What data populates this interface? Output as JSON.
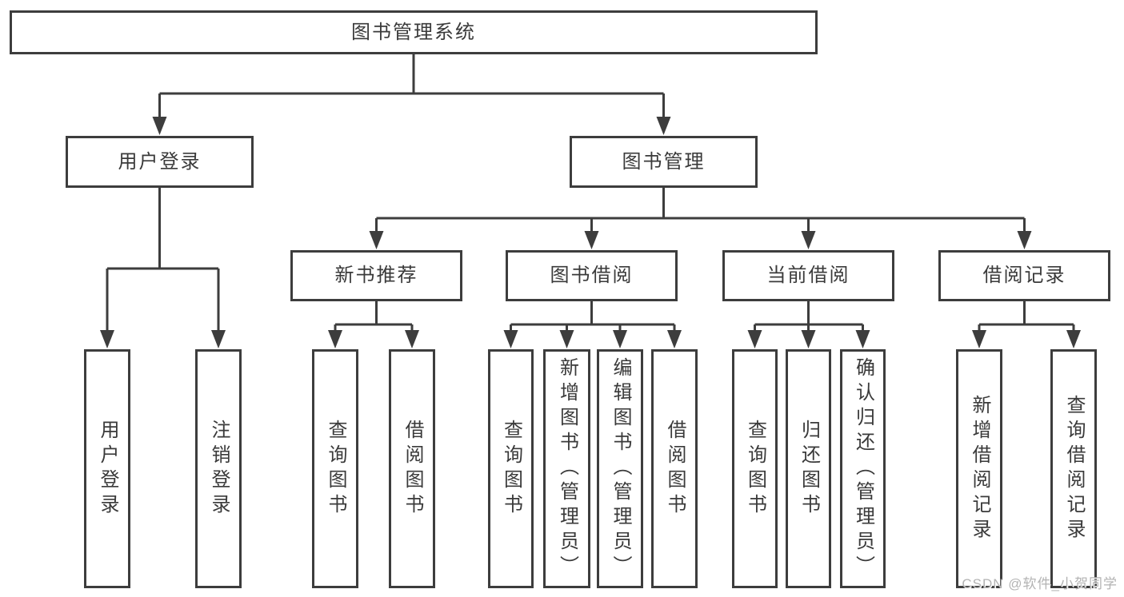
{
  "diagram_title": "图书管理系统",
  "colors": {
    "line": "#3d3d3d",
    "text": "#3a3a3a",
    "box_background": "#ffffff",
    "page_background": "#ffffff",
    "watermark": "#b3b3b3"
  },
  "nodes": [
    {
      "id": "root",
      "label": "图书管理系统",
      "level": "root",
      "orientation": "horizontal"
    },
    {
      "id": "user-login",
      "label": "用户登录",
      "level": "branch",
      "orientation": "horizontal"
    },
    {
      "id": "book-mgmt",
      "label": "图书管理",
      "level": "branch",
      "orientation": "horizontal"
    },
    {
      "id": "new-book-rec",
      "label": "新书推荐",
      "level": "branch",
      "orientation": "horizontal"
    },
    {
      "id": "book-borrow",
      "label": "图书借阅",
      "level": "branch",
      "orientation": "horizontal"
    },
    {
      "id": "current-borrow",
      "label": "当前借阅",
      "level": "branch",
      "orientation": "horizontal"
    },
    {
      "id": "borrow-records",
      "label": "借阅记录",
      "level": "branch",
      "orientation": "horizontal"
    },
    {
      "id": "leaf-user-login",
      "label": "用户登录",
      "level": "leaf",
      "orientation": "vertical"
    },
    {
      "id": "leaf-logout",
      "label": "注销登录",
      "level": "leaf",
      "orientation": "vertical"
    },
    {
      "id": "leaf-nb-query",
      "label": "查询图书",
      "level": "leaf",
      "orientation": "vertical"
    },
    {
      "id": "leaf-nb-borrow",
      "label": "借阅图书",
      "level": "leaf",
      "orientation": "vertical"
    },
    {
      "id": "leaf-bb-query",
      "label": "查询图书",
      "level": "leaf",
      "orientation": "vertical"
    },
    {
      "id": "leaf-bb-add",
      "label": "新增图书（管理员）",
      "level": "leaf",
      "orientation": "vertical"
    },
    {
      "id": "leaf-bb-edit",
      "label": "编辑图书（管理员）",
      "level": "leaf",
      "orientation": "vertical"
    },
    {
      "id": "leaf-bb-borrow",
      "label": "借阅图书",
      "level": "leaf",
      "orientation": "vertical"
    },
    {
      "id": "leaf-cb-query",
      "label": "查询图书",
      "level": "leaf",
      "orientation": "vertical"
    },
    {
      "id": "leaf-cb-return",
      "label": "归还图书",
      "level": "leaf",
      "orientation": "vertical"
    },
    {
      "id": "leaf-cb-confirm",
      "label": "确认归还（管理员）",
      "level": "leaf",
      "orientation": "vertical"
    },
    {
      "id": "leaf-br-add",
      "label": "新增借阅记录",
      "level": "leaf",
      "orientation": "vertical"
    },
    {
      "id": "leaf-br-query",
      "label": "查询借阅记录",
      "level": "leaf",
      "orientation": "vertical"
    }
  ],
  "edges": [
    {
      "from": "root",
      "to": [
        "user-login",
        "book-mgmt"
      ]
    },
    {
      "from": "user-login",
      "to": [
        "leaf-user-login",
        "leaf-logout"
      ]
    },
    {
      "from": "book-mgmt",
      "to": [
        "new-book-rec",
        "book-borrow",
        "current-borrow",
        "borrow-records"
      ]
    },
    {
      "from": "new-book-rec",
      "to": [
        "leaf-nb-query",
        "leaf-nb-borrow"
      ]
    },
    {
      "from": "book-borrow",
      "to": [
        "leaf-bb-query",
        "leaf-bb-add",
        "leaf-bb-edit",
        "leaf-bb-borrow"
      ]
    },
    {
      "from": "current-borrow",
      "to": [
        "leaf-cb-query",
        "leaf-cb-return",
        "leaf-cb-confirm"
      ]
    },
    {
      "from": "borrow-records",
      "to": [
        "leaf-br-add",
        "leaf-br-query"
      ]
    }
  ],
  "watermark": {
    "text": "CSDN @软件_小贺同学"
  }
}
